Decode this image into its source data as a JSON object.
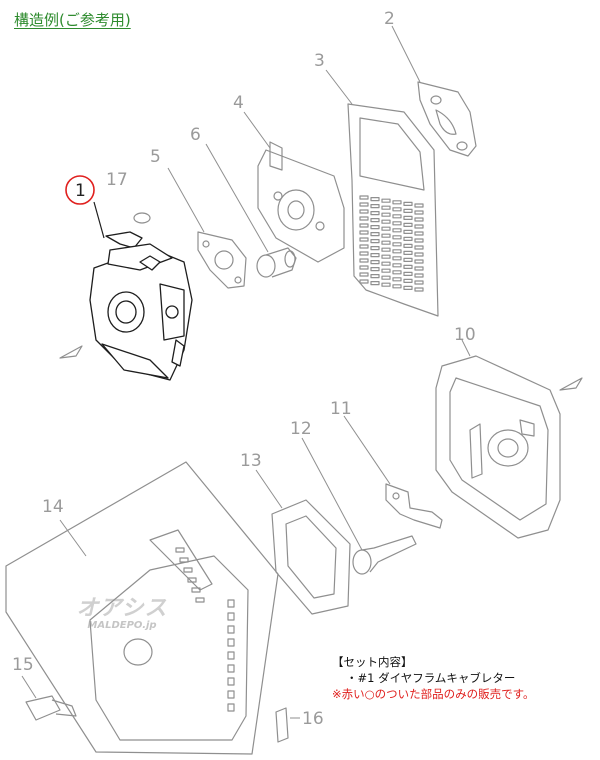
{
  "title": "構造例(ご参考用)",
  "parts": [
    {
      "id": "p1",
      "label": "1",
      "highlighted": true
    },
    {
      "id": "p2",
      "label": "2"
    },
    {
      "id": "p3",
      "label": "3"
    },
    {
      "id": "p4",
      "label": "4"
    },
    {
      "id": "p5",
      "label": "5"
    },
    {
      "id": "p6",
      "label": "6"
    },
    {
      "id": "p10",
      "label": "10"
    },
    {
      "id": "p11",
      "label": "11"
    },
    {
      "id": "p12",
      "label": "12"
    },
    {
      "id": "p13",
      "label": "13"
    },
    {
      "id": "p14",
      "label": "14"
    },
    {
      "id": "p15",
      "label": "15"
    },
    {
      "id": "p16",
      "label": "16"
    },
    {
      "id": "p17",
      "label": "17"
    }
  ],
  "set_contents": {
    "heading": "【セット内容】",
    "item": "・#1 ダイヤフラムキャブレター",
    "note": "※赤い○のついた部品のみの販売です。"
  },
  "watermark": {
    "logo": "オアシス",
    "site": "MALDEPO.jp"
  },
  "colors": {
    "title": "#2e8b2e",
    "highlight_circle": "#e0201e",
    "note": "#e0201e",
    "line": "#8f8f8f"
  }
}
